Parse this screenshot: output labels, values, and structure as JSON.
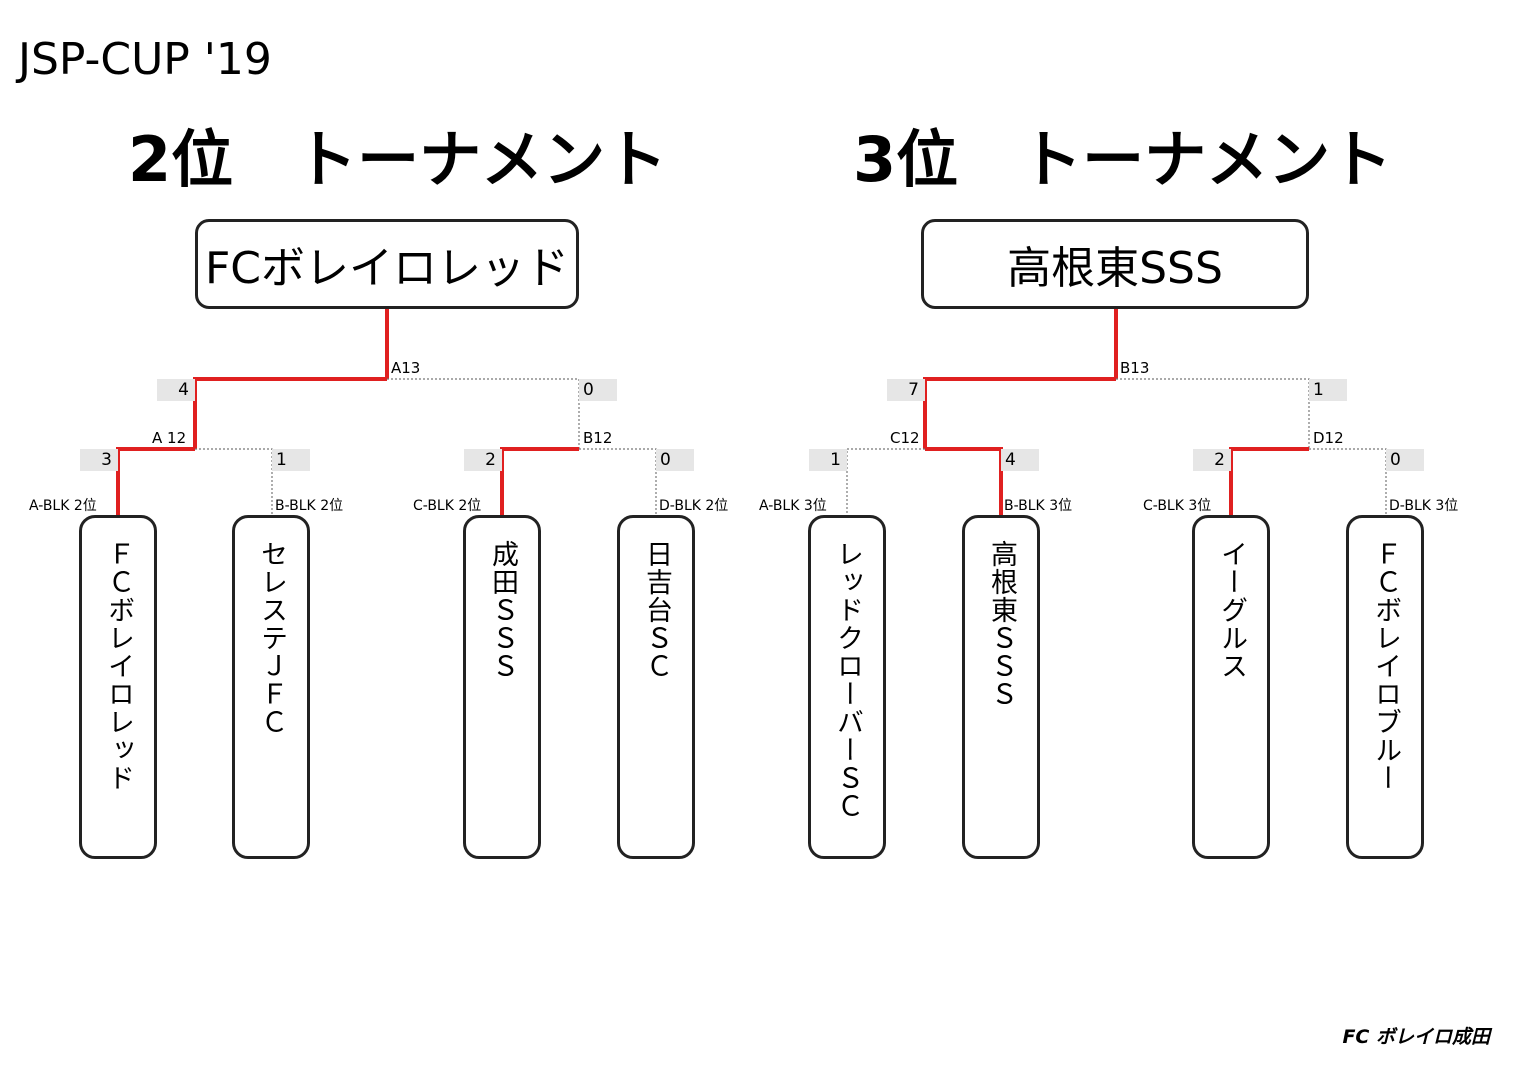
{
  "doc_title": "JSP-CUP '19",
  "credit": "FC ボレイロ成田",
  "colors": {
    "winner_path": "#e02020",
    "loser_path": "#777777",
    "score_bg": "#e6e6e6"
  },
  "tournaments": [
    {
      "heading": "2位　トーナメント",
      "winner": "FCボレイロレッド",
      "final": {
        "label": "A13",
        "score_left": "4",
        "score_right": "0"
      },
      "semis": [
        {
          "label": "A 12",
          "score_left": "3",
          "score_right": "1"
        },
        {
          "label": "B12",
          "score_left": "2",
          "score_right": "0"
        }
      ],
      "teams": [
        {
          "name": "ＦＣボレイロレッド",
          "block": "A-BLK 2位"
        },
        {
          "name": "セレステＪＦＣ",
          "block": "B-BLK 2位"
        },
        {
          "name": "成田ＳＳＳ",
          "block": "C-BLK 2位"
        },
        {
          "name": "日吉台ＳＣ",
          "block": "D-BLK 2位"
        }
      ]
    },
    {
      "heading": "3位　トーナメント",
      "winner": "高根東SSS",
      "final": {
        "label": "B13",
        "score_left": "7",
        "score_right": "1"
      },
      "semis": [
        {
          "label": "C12",
          "score_left": "1",
          "score_right": "4"
        },
        {
          "label": "D12",
          "score_left": "2",
          "score_right": "0"
        }
      ],
      "teams": [
        {
          "name": "レッドクローバーＳＣ",
          "block": "A-BLK 3位"
        },
        {
          "name": "高根東ＳＳＳ",
          "block": "B-BLK 3位"
        },
        {
          "name": "イーグルス",
          "block": "C-BLK 3位"
        },
        {
          "name": "ＦＣボレイロブルー",
          "block": "D-BLK 3位"
        }
      ]
    }
  ]
}
